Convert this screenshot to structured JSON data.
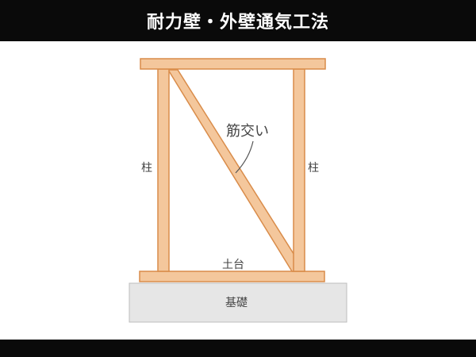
{
  "title": "耐力壁・外壁通気工法",
  "labels": {
    "brace": "筋交い",
    "pillar_left": "柱",
    "pillar_right": "柱",
    "sill": "土台",
    "foundation": "基礎"
  },
  "colors": {
    "wood_fill": "#f4c79c",
    "wood_stroke": "#d98c4a",
    "foundation_fill": "#e6e6e6",
    "foundation_stroke": "#bdbdbd",
    "bar": "#0a0a0a"
  }
}
